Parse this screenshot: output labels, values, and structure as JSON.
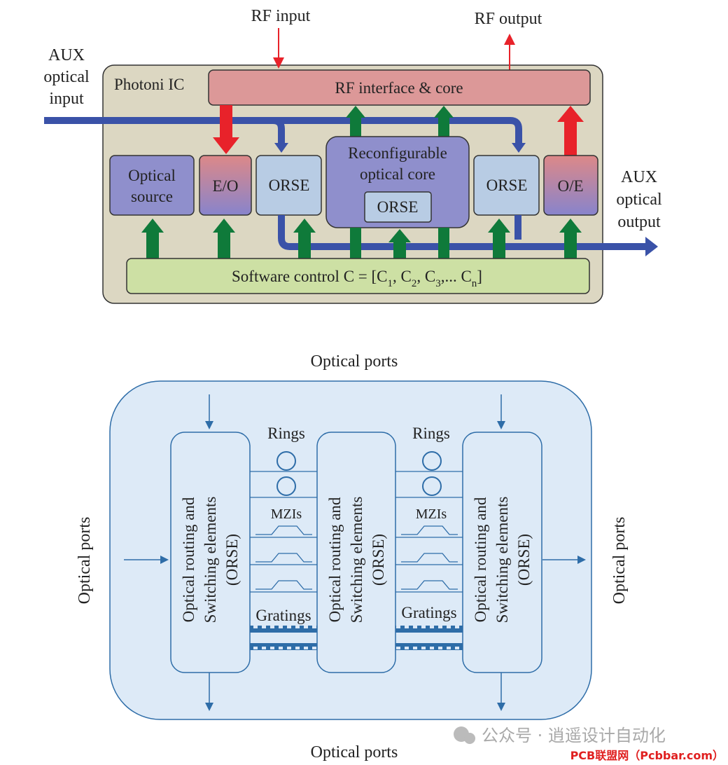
{
  "top": {
    "rf_input": "RF input",
    "rf_output": "RF output",
    "aux_in": [
      "AUX",
      "optical",
      "input"
    ],
    "aux_out": [
      "AUX",
      "optical",
      "output"
    ],
    "chip_label": "Photoni IC",
    "rf_core": "RF interface & core",
    "optical_source": [
      "Optical",
      "source"
    ],
    "eo": "E/O",
    "oe": "O/E",
    "orse": "ORSE",
    "reconfig": [
      "Reconfigurable",
      "optical core"
    ],
    "software_control": {
      "prefix": "Software control C = [C",
      "sub1": "1",
      "sep1": ", C",
      "sub2": "2",
      "sep2": ", C",
      "sub3": "3",
      "sep3": ",... C",
      "subn": "n",
      "suffix": "]"
    },
    "colors": {
      "blue_path": "#3a52a8",
      "green": "#0f7a3a",
      "red": "#e8222a",
      "chip_bg": "#dcd7c2",
      "rf_core": "#dc9898",
      "ctrl": "#cde0a4",
      "orse": "#b8cce4",
      "reconfig": "#8f8fcc"
    }
  },
  "bottom": {
    "optical_ports": "Optical ports",
    "rings": "Rings",
    "mzis": "MZIs",
    "gratings": "Gratings",
    "orse_lines": [
      "Optical routing and",
      "Switching elements",
      "(ORSE)"
    ],
    "colors": {
      "bg": "#ddeaf7",
      "stroke": "#2e6da8"
    }
  },
  "watermark": {
    "text": "公众号 · 逍遥设计自动化",
    "source": "PCB联盟网（Pcbbar.com）"
  }
}
